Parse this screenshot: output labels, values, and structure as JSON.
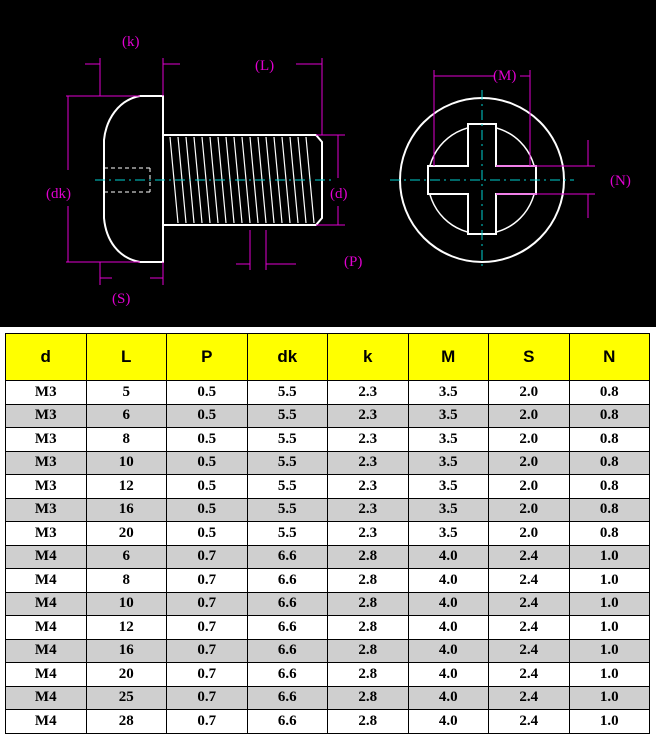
{
  "diagram": {
    "labels": {
      "k": "(k)",
      "L": "(L)",
      "dk": "(dk)",
      "d": "(d)",
      "S": "(S)",
      "P": "(P)",
      "M": "(M)",
      "N": "(N)"
    },
    "colors": {
      "background": "#000000",
      "dimension": "#e000d0",
      "outline": "#ffffff",
      "centerline": "#00d0d0",
      "thread": "#ffffff"
    }
  },
  "table": {
    "header_color": "#ffff00",
    "headers": [
      "d",
      "L",
      "P",
      "dk",
      "k",
      "M",
      "S",
      "N"
    ],
    "rows": [
      [
        "M3",
        "5",
        "0.5",
        "5.5",
        "2.3",
        "3.5",
        "2.0",
        "0.8"
      ],
      [
        "M3",
        "6",
        "0.5",
        "5.5",
        "2.3",
        "3.5",
        "2.0",
        "0.8"
      ],
      [
        "M3",
        "8",
        "0.5",
        "5.5",
        "2.3",
        "3.5",
        "2.0",
        "0.8"
      ],
      [
        "M3",
        "10",
        "0.5",
        "5.5",
        "2.3",
        "3.5",
        "2.0",
        "0.8"
      ],
      [
        "M3",
        "12",
        "0.5",
        "5.5",
        "2.3",
        "3.5",
        "2.0",
        "0.8"
      ],
      [
        "M3",
        "16",
        "0.5",
        "5.5",
        "2.3",
        "3.5",
        "2.0",
        "0.8"
      ],
      [
        "M3",
        "20",
        "0.5",
        "5.5",
        "2.3",
        "3.5",
        "2.0",
        "0.8"
      ],
      [
        "M4",
        "6",
        "0.7",
        "6.6",
        "2.8",
        "4.0",
        "2.4",
        "1.0"
      ],
      [
        "M4",
        "8",
        "0.7",
        "6.6",
        "2.8",
        "4.0",
        "2.4",
        "1.0"
      ],
      [
        "M4",
        "10",
        "0.7",
        "6.6",
        "2.8",
        "4.0",
        "2.4",
        "1.0"
      ],
      [
        "M4",
        "12",
        "0.7",
        "6.6",
        "2.8",
        "4.0",
        "2.4",
        "1.0"
      ],
      [
        "M4",
        "16",
        "0.7",
        "6.6",
        "2.8",
        "4.0",
        "2.4",
        "1.0"
      ],
      [
        "M4",
        "20",
        "0.7",
        "6.6",
        "2.8",
        "4.0",
        "2.4",
        "1.0"
      ],
      [
        "M4",
        "25",
        "0.7",
        "6.6",
        "2.8",
        "4.0",
        "2.4",
        "1.0"
      ],
      [
        "M4",
        "28",
        "0.7",
        "6.6",
        "2.8",
        "4.0",
        "2.4",
        "1.0"
      ]
    ]
  }
}
